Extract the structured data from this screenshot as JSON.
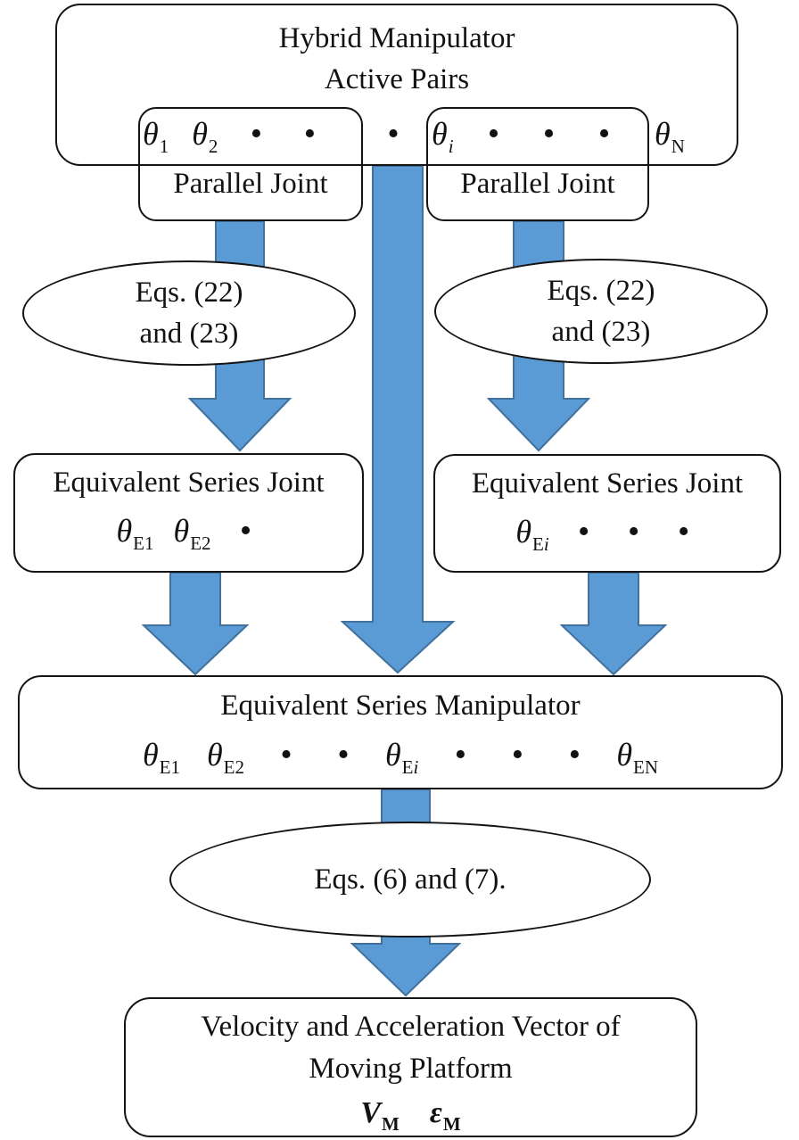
{
  "figure": {
    "type": "flowchart",
    "description": "Velocity and acceleration analysis flow of a hybrid manipulator"
  },
  "colors": {
    "arrow_fill": "#5b9bd5",
    "arrow_stroke": "#41719c",
    "shape_border": "#141414",
    "background": "#ffffff",
    "text": "#121212"
  },
  "nodes": {
    "hybrid": {
      "line1": "Hybrid Manipulator",
      "line2": "Active Pairs"
    },
    "parallel_left": {
      "label": "Parallel Joint"
    },
    "parallel_right": {
      "label": "Parallel Joint"
    },
    "eqs_left": {
      "line1": "Eqs. (22)",
      "line2": "and (23)"
    },
    "eqs_right": {
      "line1": "Eqs. (22)",
      "line2": "and (23)"
    },
    "esj_left": {
      "label": "Equivalent Series Joint"
    },
    "esj_right": {
      "label": "Equivalent Series Joint"
    },
    "esm": {
      "label": "Equivalent Series Manipulator"
    },
    "eqs_bottom": {
      "label": "Eqs. (6) and (7)."
    },
    "output": {
      "line1": "Velocity and Acceleration Vector of",
      "line2": "Moving Platform"
    }
  },
  "symbols": {
    "top_group_1": [
      {
        "g": "θ",
        "s": "1"
      },
      {
        "g": "θ",
        "s": "2"
      },
      {
        "d": true
      },
      {
        "d": true
      }
    ],
    "top_mid_dot": [
      {
        "d": true
      }
    ],
    "top_group_2": [
      {
        "g": "θ",
        "si": "i"
      },
      {
        "d": true
      },
      {
        "d": true
      },
      {
        "d": true
      }
    ],
    "top_theta_n": [
      {
        "g": "θ",
        "s": "N"
      }
    ],
    "esj_left_row": [
      {
        "g": "θ",
        "s": "E1"
      },
      {
        "g": "θ",
        "s": "E2"
      },
      {
        "d": true
      }
    ],
    "esj_right_row": [
      {
        "g": "θ",
        "s": "E",
        "si": "i"
      },
      {
        "d": true
      },
      {
        "d": true
      },
      {
        "d": true
      }
    ],
    "esm_row": [
      {
        "g": "θ",
        "s": "E1"
      },
      {
        "g": "θ",
        "s": "E2"
      },
      {
        "d": true
      },
      {
        "d": true
      },
      {
        "g": "θ",
        "s": "E",
        "si": "i"
      },
      {
        "d": true
      },
      {
        "d": true
      },
      {
        "d": true
      },
      {
        "g": "θ",
        "s": "EN"
      }
    ],
    "output_row": [
      {
        "g": "V",
        "s": "M",
        "b": true
      },
      {
        "g": "ε",
        "s": "M",
        "b": true
      }
    ]
  }
}
